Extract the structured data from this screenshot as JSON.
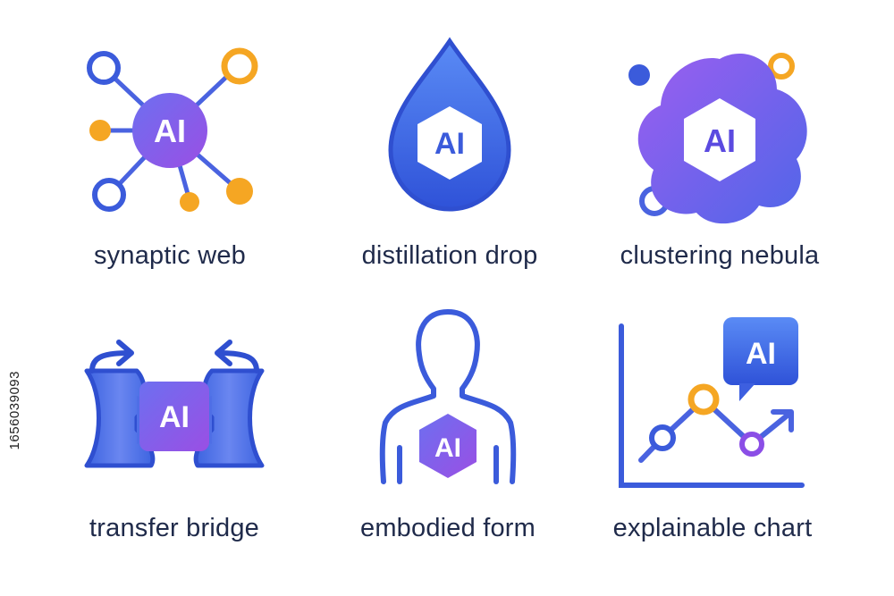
{
  "colors": {
    "blue": "#3b5bdb",
    "purple": "#8b4ee6",
    "orange": "#f5a623",
    "label": "#1f2a4a"
  },
  "icons": [
    {
      "label": "synaptic web",
      "badge": "AI",
      "icon": "synaptic-web-icon"
    },
    {
      "label": "distillation drop",
      "badge": "AI",
      "icon": "distillation-drop-icon"
    },
    {
      "label": "clustering nebula",
      "badge": "AI",
      "icon": "clustering-nebula-icon"
    },
    {
      "label": "transfer bridge",
      "badge": "AI",
      "icon": "transfer-bridge-icon"
    },
    {
      "label": "embodied form",
      "badge": "AI",
      "icon": "embodied-form-icon"
    },
    {
      "label": "explainable chart",
      "badge": "AI",
      "icon": "explainable-chart-icon"
    }
  ],
  "watermark": "1656039093"
}
